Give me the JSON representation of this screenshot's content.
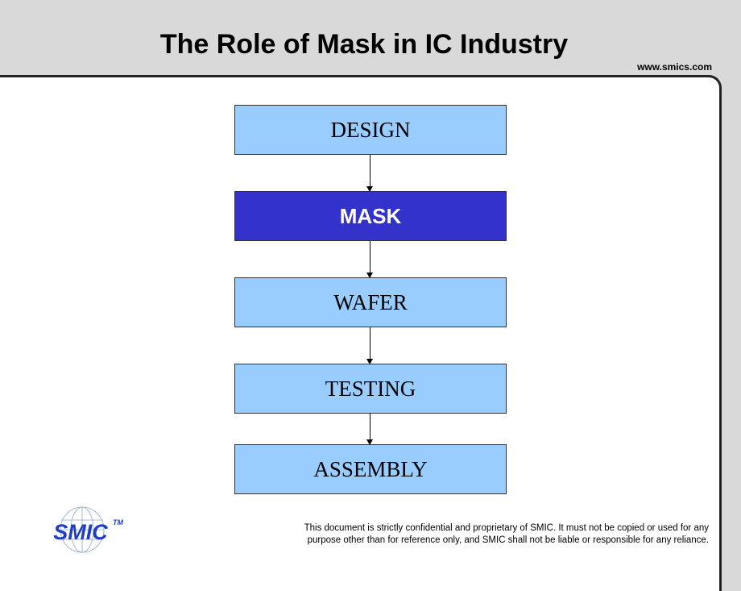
{
  "header": {
    "title": "The Role of Mask in IC Industry",
    "website": "www.smics.com"
  },
  "flow": {
    "steps": [
      {
        "label": "DESIGN",
        "highlighted": false
      },
      {
        "label": "MASK",
        "highlighted": true
      },
      {
        "label": "WAFER",
        "highlighted": false
      },
      {
        "label": "TESTING",
        "highlighted": false
      },
      {
        "label": "ASSEMBLY",
        "highlighted": false
      }
    ]
  },
  "colors": {
    "step_fill": "#99ccff",
    "highlight_fill": "#3333cc",
    "slide_background": "#d9d9d9"
  },
  "footer": {
    "logo_text": "SMIC",
    "logo_trademark": "TM",
    "disclaimer_line1": "This document is strictly confidential and proprietary of SMIC. It must not be copied or used for any",
    "disclaimer_line2": "purpose other than for reference only, and SMIC shall not be liable or responsible for any reliance."
  }
}
